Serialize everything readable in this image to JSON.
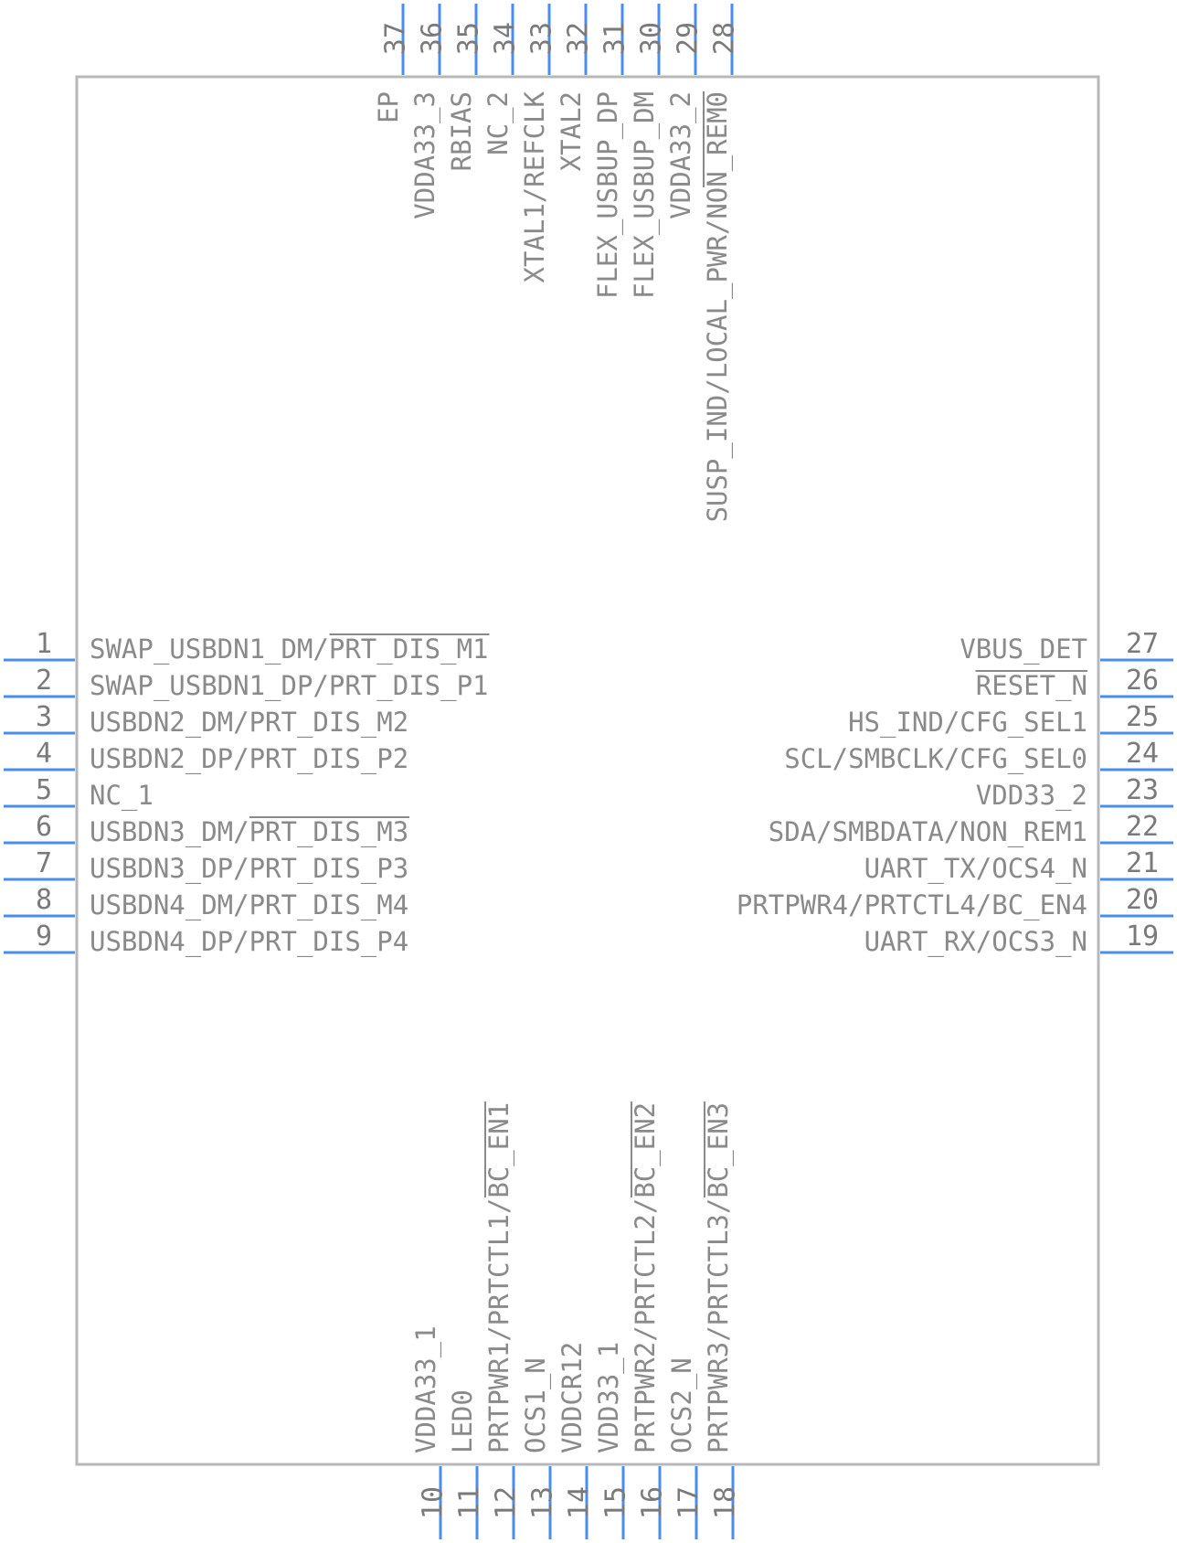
{
  "left_pins": [
    {
      "num": "1",
      "name": "SWAP_USBDN1_DM/PRT_DIS_M1"
    },
    {
      "num": "2",
      "name": "SWAP_USBDN1_DP/PRT_DIS_P1"
    },
    {
      "num": "3",
      "name": "USBDN2_DM/PRT_DIS_M2"
    },
    {
      "num": "4",
      "name": "USBDN2_DP/PRT_DIS_P2"
    },
    {
      "num": "5",
      "name": "NC_1"
    },
    {
      "num": "6",
      "name": "USBDN3_DM/PRT_DIS_M3"
    },
    {
      "num": "7",
      "name": "USBDN3_DP/PRT_DIS_P3"
    },
    {
      "num": "8",
      "name": "USBDN4_DM/PRT_DIS_M4"
    },
    {
      "num": "9",
      "name": "USBDN4_DP/PRT_DIS_P4"
    }
  ],
  "right_pins": [
    {
      "num": "27",
      "name": "VBUS_DET"
    },
    {
      "num": "26",
      "name": "RESET_N"
    },
    {
      "num": "25",
      "name": "HS_IND/CFG_SEL1"
    },
    {
      "num": "24",
      "name": "SCL/SMBCLK/CFG_SEL0"
    },
    {
      "num": "23",
      "name": "VDD33_2"
    },
    {
      "num": "22",
      "name": "SDA/SMBDATA/NON_REM1"
    },
    {
      "num": "21",
      "name": "UART_TX/OCS4_N"
    },
    {
      "num": "20",
      "name": "PRTPWR4/PRTCTL4/BC_EN4"
    },
    {
      "num": "19",
      "name": "UART_RX/OCS3_N"
    }
  ],
  "top_pins": [
    {
      "num": "37",
      "name": "EP"
    },
    {
      "num": "36",
      "name": "VDDA33_3"
    },
    {
      "num": "35",
      "name": "RBIAS"
    },
    {
      "num": "34",
      "name": "NC_2"
    },
    {
      "num": "33",
      "name": "XTAL1/REFCLK"
    },
    {
      "num": "32",
      "name": "XTAL2"
    },
    {
      "num": "31",
      "name": "FLEX_USBUP_DP"
    },
    {
      "num": "30",
      "name": "FLEX_USBUP_DM"
    },
    {
      "num": "29",
      "name": "VDDA33_2"
    },
    {
      "num": "28",
      "name": "SUSP_IND/LOCAL_PWR/NON_REM0"
    }
  ],
  "bottom_pins": [
    {
      "num": "10",
      "name": "VDDA33_1"
    },
    {
      "num": "11",
      "name": "LED0"
    },
    {
      "num": "12",
      "name": "PRTPWR1/PRTCTL1/BC_EN1"
    },
    {
      "num": "13",
      "name": "OCS1_N"
    },
    {
      "num": "14",
      "name": "VDDCR12"
    },
    {
      "num": "15",
      "name": "VDD33_1"
    },
    {
      "num": "16",
      "name": "PRTPWR2/PRTCTL2/BC_EN2"
    },
    {
      "num": "17",
      "name": "OCS2_N"
    },
    {
      "num": "18",
      "name": "PRTPWR3/PRTCTL3/BC_EN3"
    }
  ]
}
